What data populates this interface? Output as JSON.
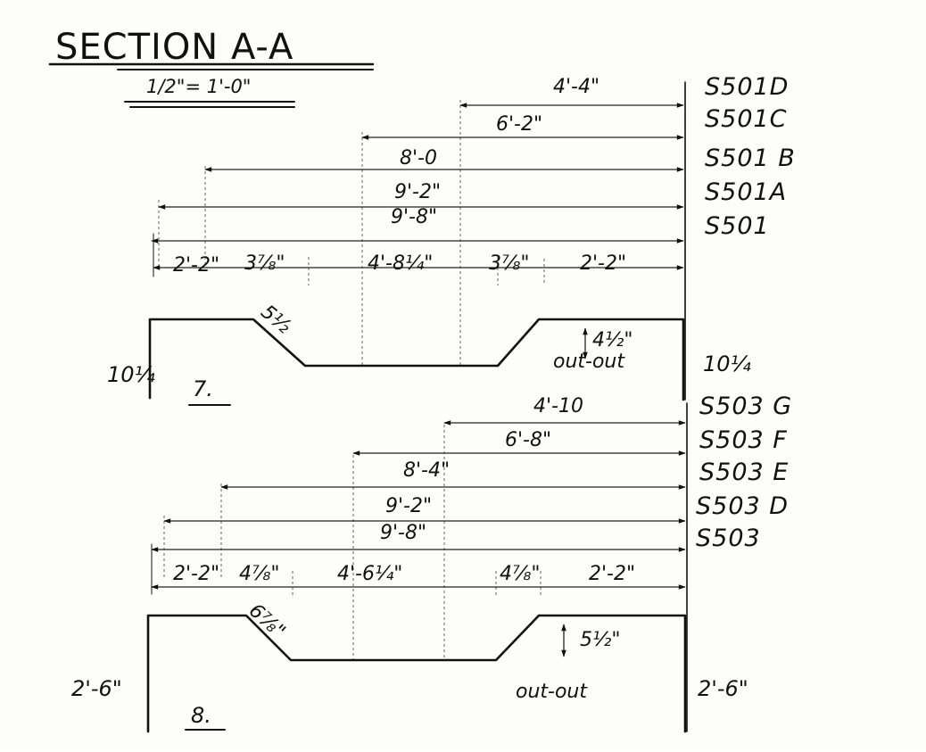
{
  "drawing": {
    "title": "SECTION A-A",
    "scale": "1/2\"= 1'-0\"",
    "ink_color": "#111111",
    "paper_color": "#fdfdfb"
  },
  "section_7": {
    "mark": "7.",
    "left_height": "10¼",
    "right_height": "10¼",
    "depth": "4½\"",
    "depth_note": "out-out",
    "slope_length": "5½",
    "bars": [
      {
        "id": "S501D",
        "length": "4'-4\""
      },
      {
        "id": "S501C",
        "length": "6'-2\""
      },
      {
        "id": "S501 B",
        "length": "8'-0"
      },
      {
        "id": "S501A",
        "length": "9'-2\""
      },
      {
        "id": "S501",
        "length": "9'-8\""
      }
    ],
    "segments": [
      "2'-2\"",
      "3⅞\"",
      "4'-8¼\"",
      "3⅞\"",
      "2'-2\""
    ]
  },
  "section_8": {
    "mark": "8.",
    "left_height": "2'-6\"",
    "right_height": "2'-6\"",
    "depth": "5½\"",
    "depth_note": "out-out",
    "slope_length": "6⅞\"",
    "bars": [
      {
        "id": "S503 G",
        "length": "4'-10"
      },
      {
        "id": "S503 F",
        "length": "6'-8\""
      },
      {
        "id": "S503 E",
        "length": "8'-4\""
      },
      {
        "id": "S503 D",
        "length": "9'-2\""
      },
      {
        "id": "S503",
        "length": "9'-8\""
      }
    ],
    "segments": [
      "2'-2\"",
      "4⅞\"",
      "4'-6¼\"",
      "4⅞\"",
      "2'-2\""
    ]
  }
}
